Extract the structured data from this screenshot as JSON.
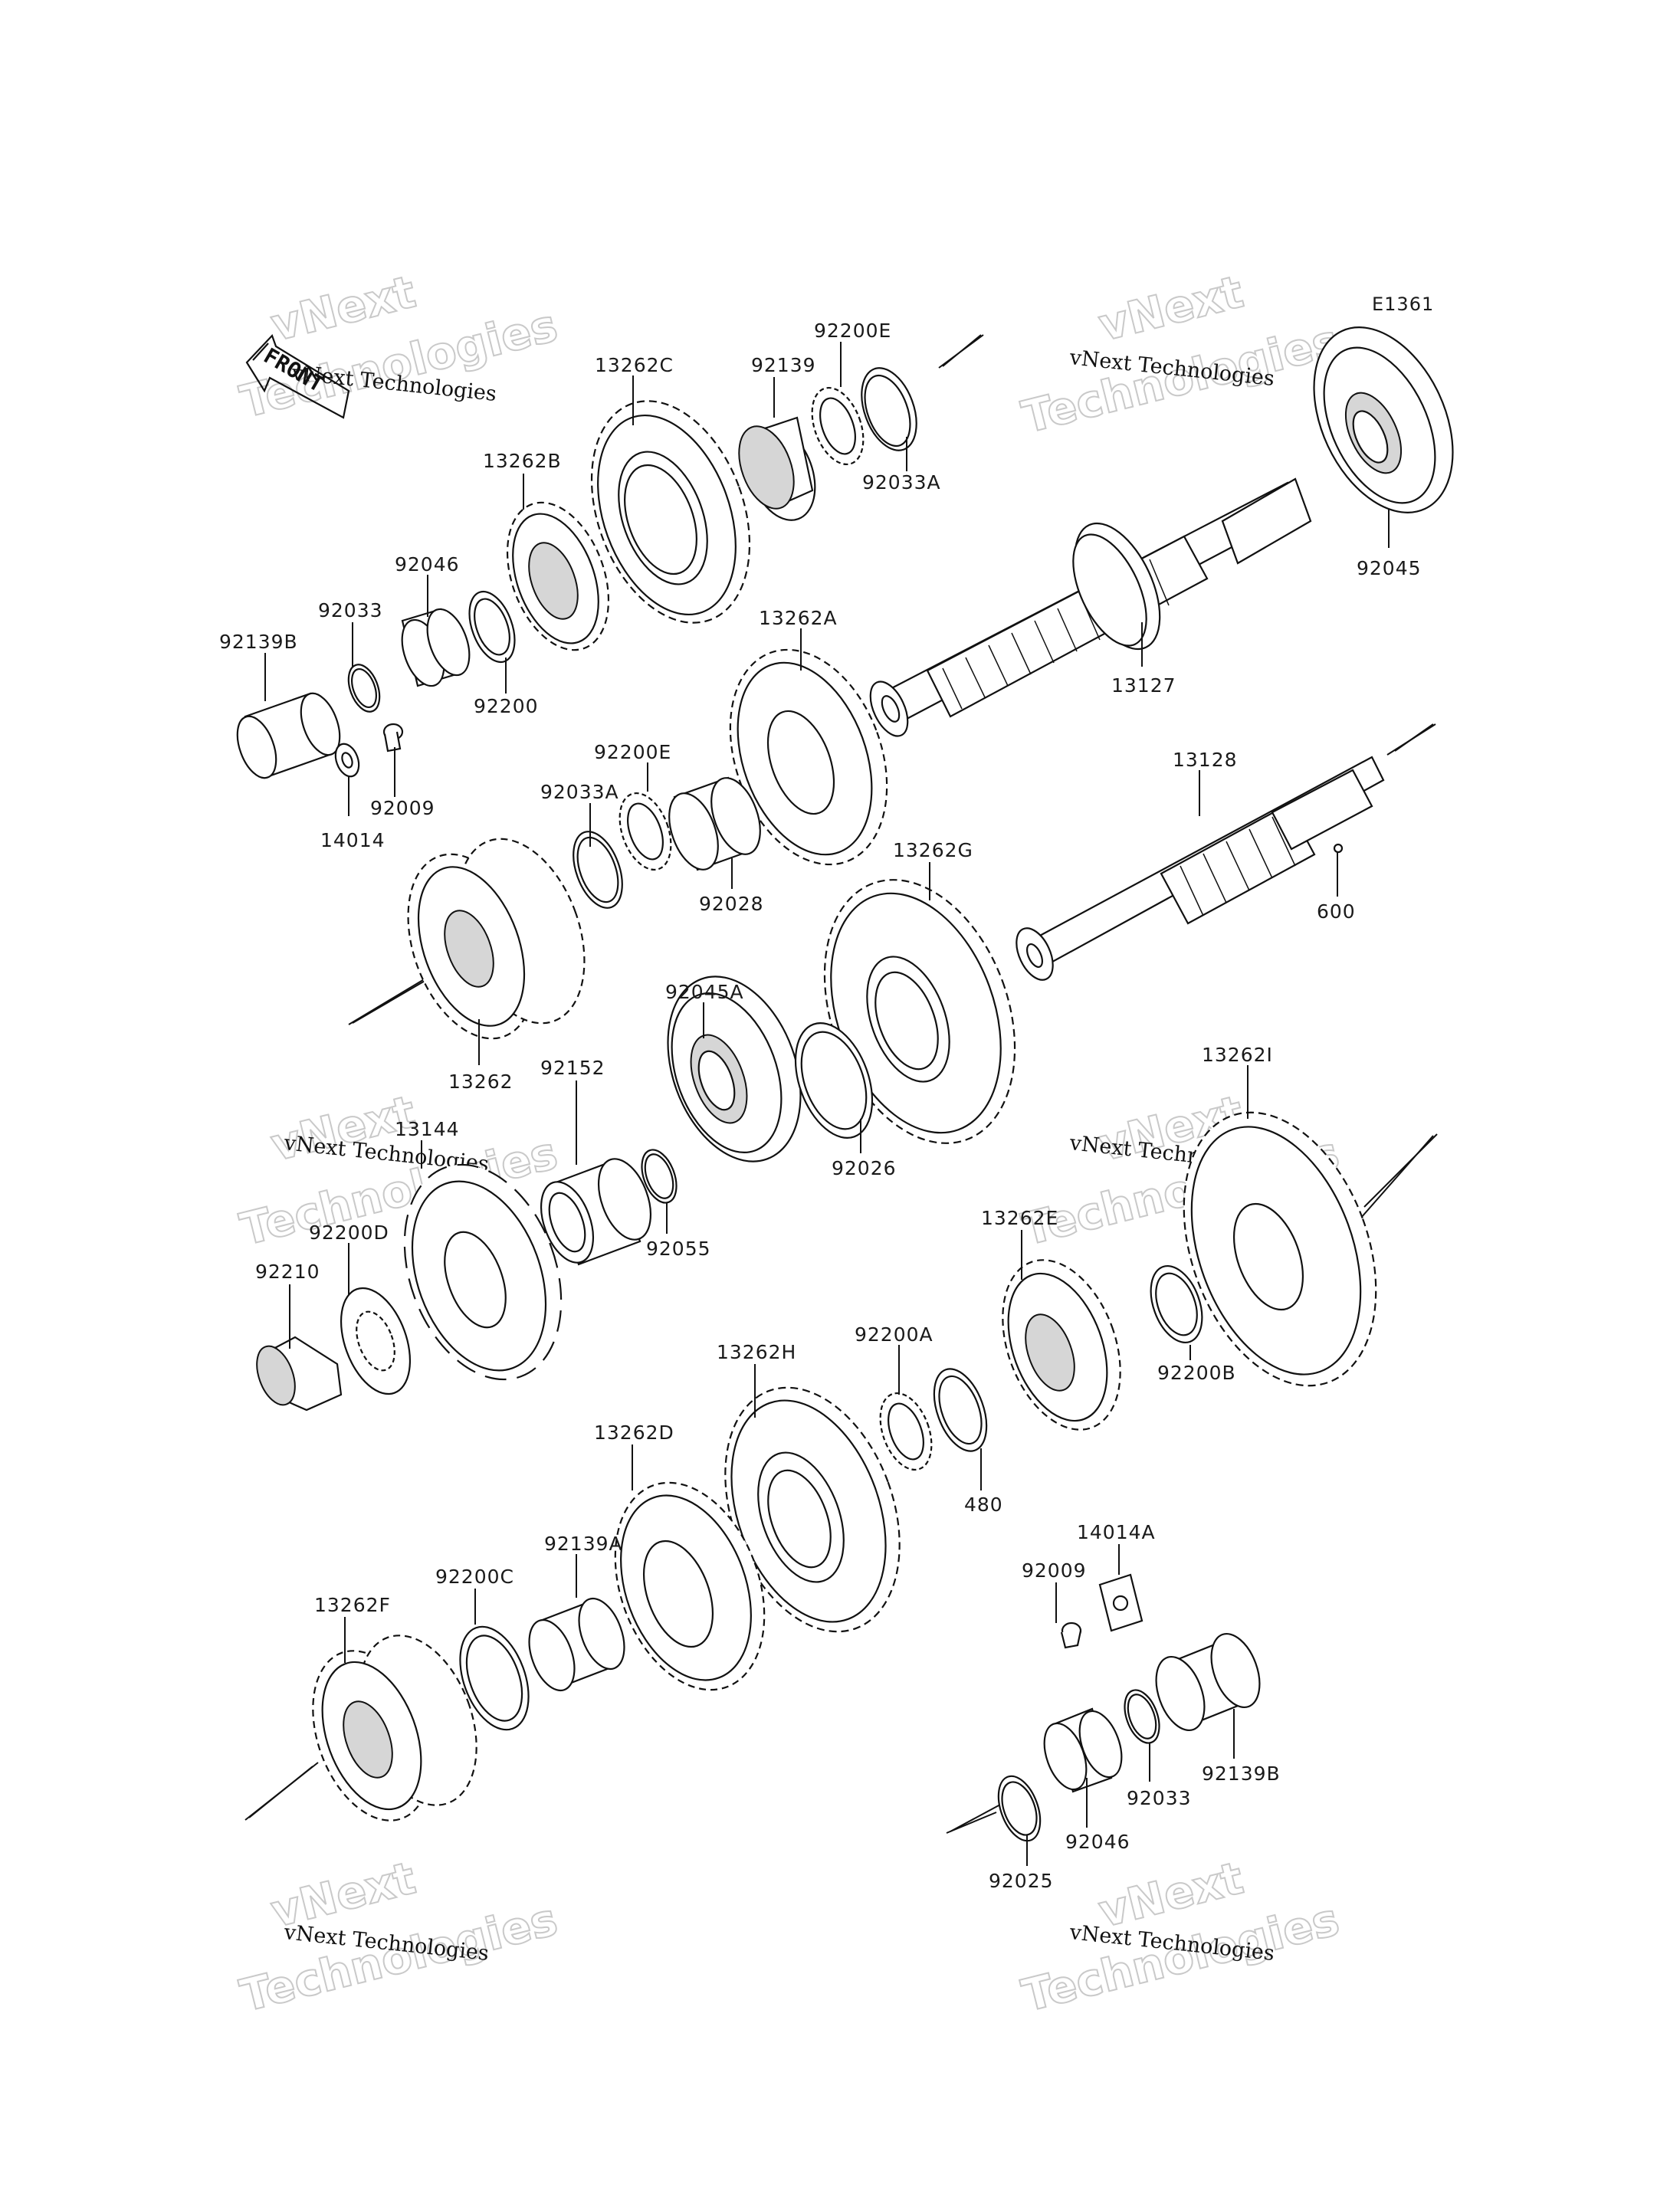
{
  "diagram_code": "E1361",
  "front_arrow_label": "FRONT",
  "watermark": {
    "line1": "vNext Technologies",
    "line2": "vNext",
    "line3": "Technologies"
  },
  "parts": {
    "p13262C": "13262C",
    "p92139": "92139",
    "p92200E_top": "92200E",
    "p92033A_top": "92033A",
    "p13262B": "13262B",
    "p92046_top": "92046",
    "p92033_top": "92033",
    "p92139B_top": "92139B",
    "p92200": "92200",
    "p92009_top": "92009",
    "p14014": "14014",
    "p92045": "92045",
    "p13127": "13127",
    "p13262A": "13262A",
    "p92200E_mid": "92200E",
    "p92033A_mid": "92033A",
    "p92028": "92028",
    "p13128": "13128",
    "p600": "600",
    "p13262G": "13262G",
    "p13262": "13262",
    "p92045A": "92045A",
    "p92026": "92026",
    "p92152": "92152",
    "p92055": "92055",
    "p13144": "13144",
    "p92200D": "92200D",
    "p92210": "92210",
    "p13262I": "13262I",
    "p13262E": "13262E",
    "p92200B": "92200B",
    "p13262H": "13262H",
    "p92200A": "92200A",
    "p480": "480",
    "p13262D": "13262D",
    "p92139A": "92139A",
    "p92200C": "92200C",
    "p13262F": "13262F",
    "p14014A": "14014A",
    "p92009_bot": "92009",
    "p92033_bot": "92033",
    "p92139B_bot": "92139B",
    "p92046_bot": "92046",
    "p92025": "92025"
  }
}
